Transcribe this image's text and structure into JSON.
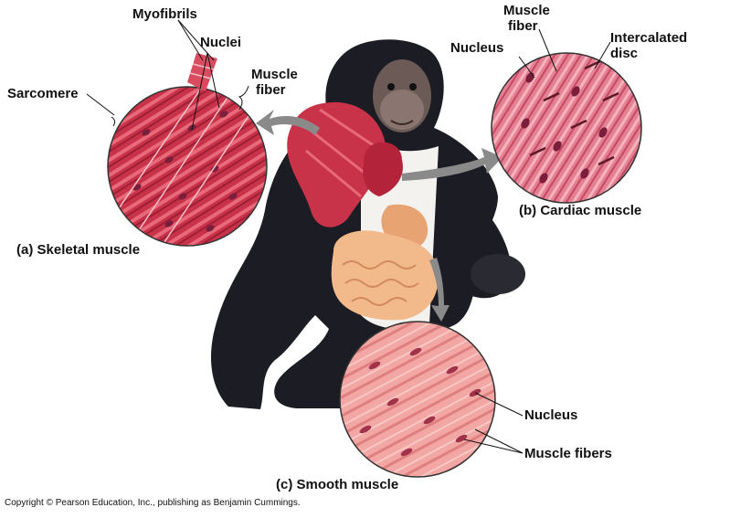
{
  "labels": {
    "myofibrils": "Myofibrils",
    "nuclei": "Nuclei",
    "muscle_fiber_line1": "Muscle",
    "muscle_fiber_line2": "fiber",
    "sarcomere": "Sarcomere",
    "skeletal_caption": "(a) Skeletal muscle",
    "cardiac_fiber_line1": "Muscle",
    "cardiac_fiber_line2": "fiber",
    "cardiac_nucleus": "Nucleus",
    "intercalated_line1": "Intercalated",
    "intercalated_line2": "disc",
    "cardiac_caption": "(b) Cardiac muscle",
    "smooth_nucleus": "Nucleus",
    "smooth_fibers": "Muscle fibers",
    "smooth_caption": "(c) Smooth muscle"
  },
  "copyright": "Copyright © Pearson Education, Inc., publishing as Benjamin Cummings.",
  "colors": {
    "fur": "#1c1c24",
    "skeletal_muscle": "#c8334a",
    "cardiac_muscle": "#e06f86",
    "smooth_muscle": "#f0a0a0",
    "nucleus": "#7a1e3c",
    "arrow": "#8a8a8a",
    "intestine": "#f2b98a"
  }
}
